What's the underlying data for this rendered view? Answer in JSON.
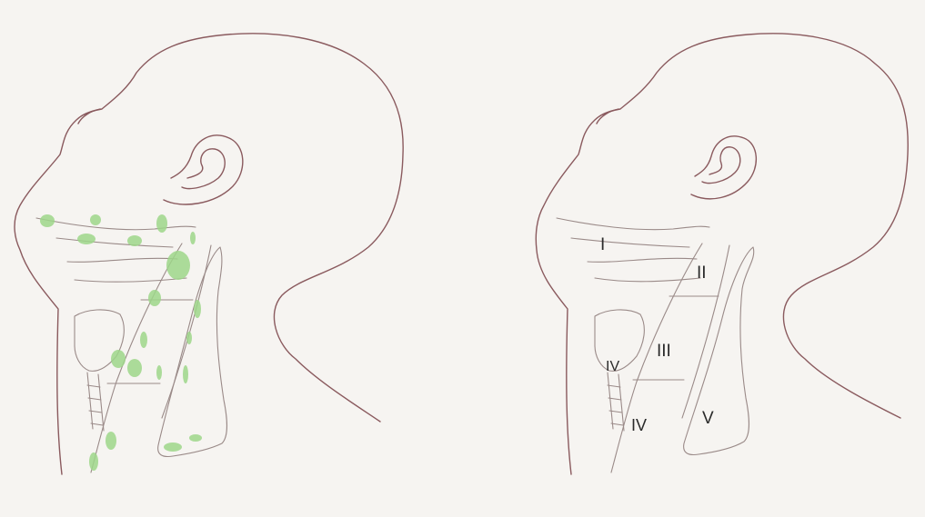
{
  "diagram": {
    "left_panel": {
      "node_color": "#9ed68a",
      "outline_color": "#8a5a5e"
    },
    "right_panel": {
      "level_labels": {
        "level_1": "I",
        "level_2": "II",
        "level_3": "III",
        "level_4_upper": "IV",
        "level_4_lower": "IV",
        "level_5": "V"
      }
    }
  }
}
